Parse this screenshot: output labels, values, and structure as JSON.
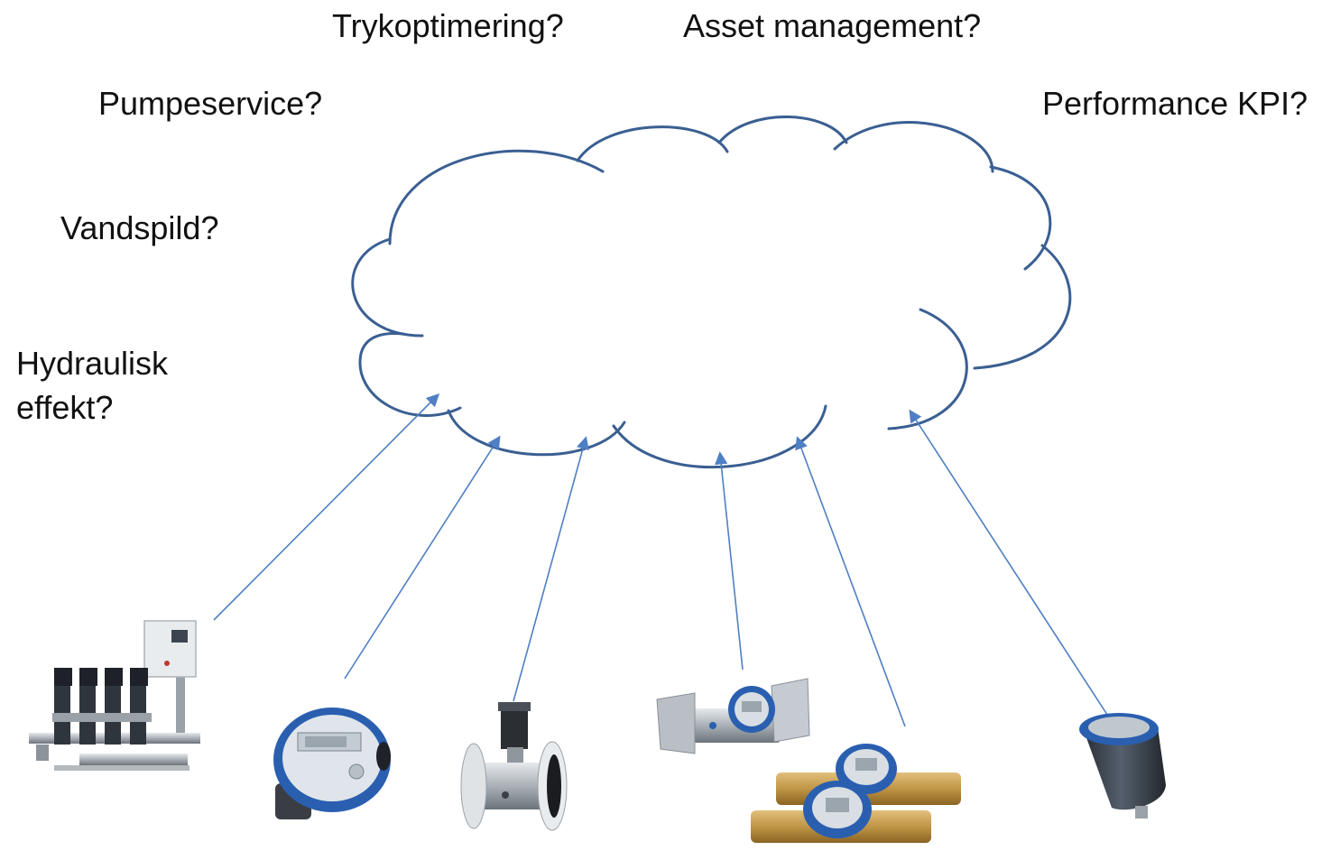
{
  "questions": {
    "pressure_optimization": "Trykoptimering?",
    "asset_management": "Asset management?",
    "pump_service": "Pumpeservice?",
    "performance_kpi": "Performance KPI?",
    "water_loss": "Vandspild?",
    "hydraulic_line1": "Hydraulisk",
    "hydraulic_line2": "effekt?"
  },
  "colors": {
    "cloud_stroke": "#3a5f92",
    "arrow": "#4f7fc4",
    "text": "#111111"
  },
  "devices": [
    {
      "name": "booster-pump-station-icon"
    },
    {
      "name": "water-meter-icon"
    },
    {
      "name": "electromagnetic-flowmeter-icon"
    },
    {
      "name": "flanged-flow-meter-icon"
    },
    {
      "name": "brass-water-meters-icon"
    },
    {
      "name": "pressure-sensor-icon"
    }
  ]
}
